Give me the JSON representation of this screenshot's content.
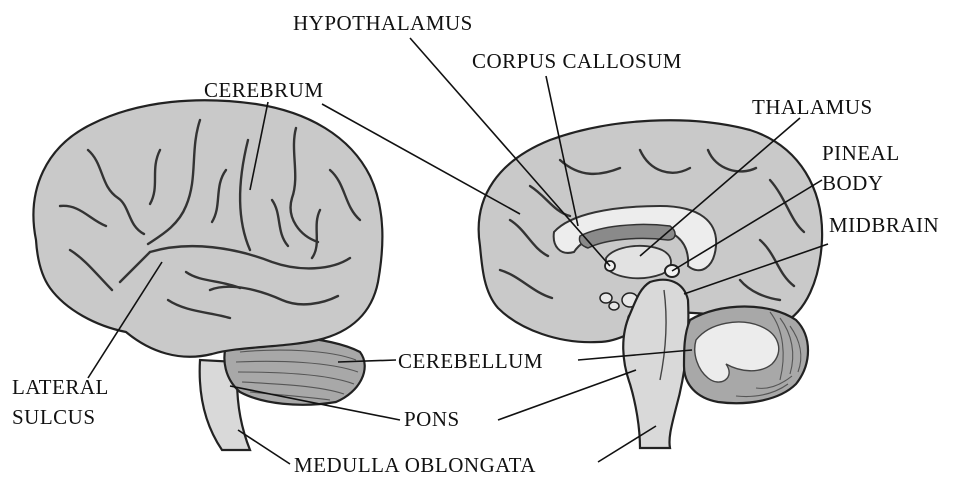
{
  "labels": {
    "hypothalamus": "HYPOTHALAMUS",
    "corpus_callosum": "CORPUS CALLOSUM",
    "cerebrum": "CEREBRUM",
    "thalamus": "THALAMUS",
    "pineal_body_line1": "PINEAL",
    "pineal_body_line2": "BODY",
    "midbrain": "MIDBRAIN",
    "lateral_sulcus_line1": "LATERAL",
    "lateral_sulcus_line2": "SULCUS",
    "cerebellum": "CEREBELLUM",
    "pons": "PONS",
    "medulla_oblongata": "MEDULLA OBLONGATA"
  },
  "colors": {
    "cortex": "#c9c9c9",
    "cortex_shadow": "#9a9a9a",
    "white_matter": "#ededed",
    "brainstem": "#d9d9d9",
    "cerebellum": "#a8a8a8",
    "ink": "#111111"
  }
}
